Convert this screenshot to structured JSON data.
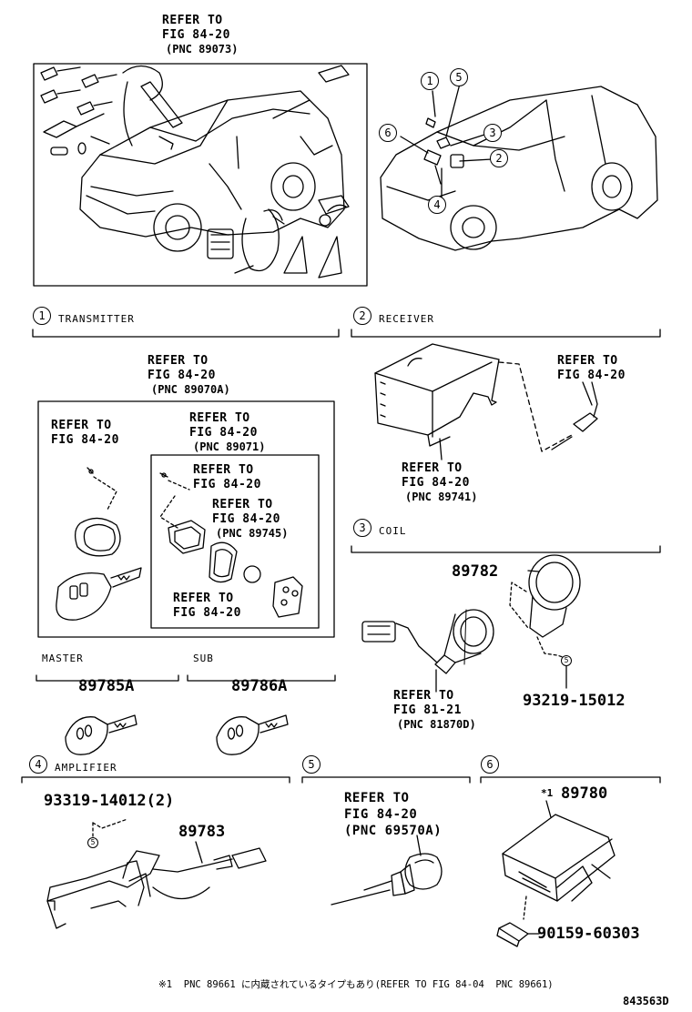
{
  "overview": {
    "refer_lines": [
      "REFER TO",
      "FIG 84-20",
      "(PNC 89073)"
    ],
    "callouts": [
      "1",
      "5",
      "6",
      "3",
      "2",
      "4"
    ]
  },
  "sections": [
    {
      "num": "1",
      "title": "TRANSMITTER"
    },
    {
      "num": "2",
      "title": "RECEIVER"
    },
    {
      "num": "3",
      "title": "COIL"
    },
    {
      "num": "4",
      "title": "AMPLIFIER"
    },
    {
      "num": "5",
      "title": ""
    },
    {
      "num": "6",
      "title": ""
    }
  ],
  "transmitter": {
    "refer_main": [
      "REFER TO",
      "FIG 84-20",
      "(PNC 89070A)"
    ],
    "refer_left": [
      "REFER TO",
      "FIG 84-20"
    ],
    "refer_inner": [
      "REFER TO",
      "FIG 84-20",
      "(PNC 89071)"
    ],
    "refer_inner2": [
      "REFER TO",
      "FIG 84-20"
    ],
    "refer_inner3": [
      "REFER TO",
      "FIG 84-20",
      "(PNC 89745)"
    ],
    "refer_inner4": [
      "REFER TO",
      "FIG 84-20"
    ]
  },
  "keys": {
    "master_label": "MASTER",
    "sub_label": "SUB",
    "master_part": "89785A",
    "sub_part": "89786A"
  },
  "receiver": {
    "refer_right": [
      "REFER TO",
      "FIG 84-20"
    ],
    "refer_bottom": [
      "REFER TO",
      "FIG 84-20",
      "(PNC 89741)"
    ]
  },
  "coil": {
    "part": "89782",
    "refer": [
      "REFER TO",
      "FIG 81-21",
      "(PNC 81870D)"
    ],
    "screw_callout": "5",
    "screw_part": "93219-15012"
  },
  "amplifier": {
    "part_qty": "93319-14012(2)",
    "screw_callout": "5",
    "part": "89783"
  },
  "section5": {
    "refer": [
      "REFER TO",
      "FIG 84-20",
      "(PNC 69570A)"
    ]
  },
  "section6": {
    "note_mark": "*1",
    "part": "89780",
    "screw_part": "90159-60303"
  },
  "footnote": "※1  PNC 89661 に内蔵されているタイプもあり(REFER TO FIG 84-04  PNC 89661)",
  "diagram_id": "843563D"
}
